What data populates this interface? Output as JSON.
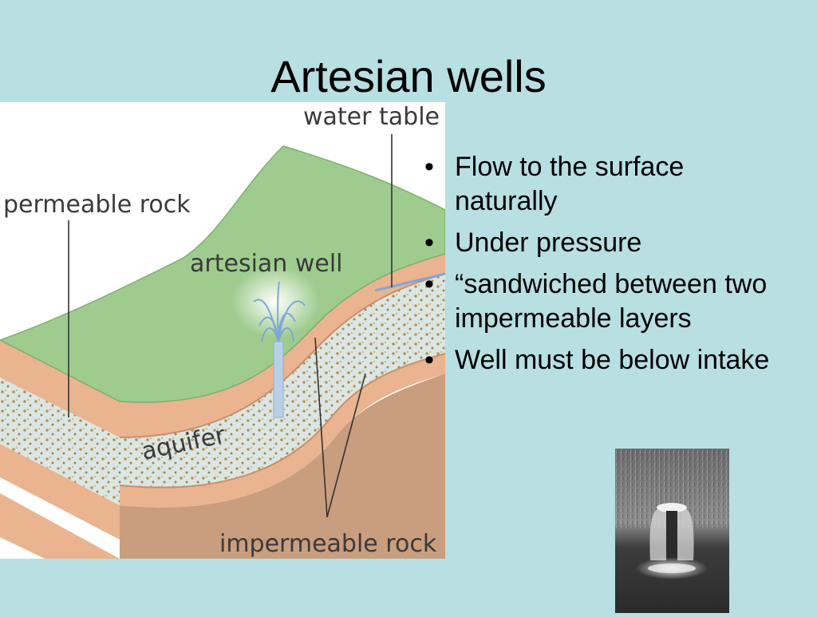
{
  "slide": {
    "title": "Artesian wells"
  },
  "diagram": {
    "labels": {
      "water_table": "water table",
      "permeable_rock": "permeable rock",
      "artesian_well": "artesian well",
      "aquifer": "aquifer",
      "impermeable_rock": "impermeable rock"
    },
    "colors": {
      "surface": "#9fcc8e",
      "impermeable_layer": "#e9b48f",
      "aquifer": "#dbe6e3",
      "bedrock": "#c99e7e",
      "water": "#7fa8d8"
    }
  },
  "bullets": [
    "Flow to the surface naturally",
    "Under pressure",
    "“sandwiched between two impermeable layers",
    "Well must be below intake"
  ],
  "photo": {
    "subject": "artesian-well-fountain-photo",
    "style": "black-and-white"
  }
}
